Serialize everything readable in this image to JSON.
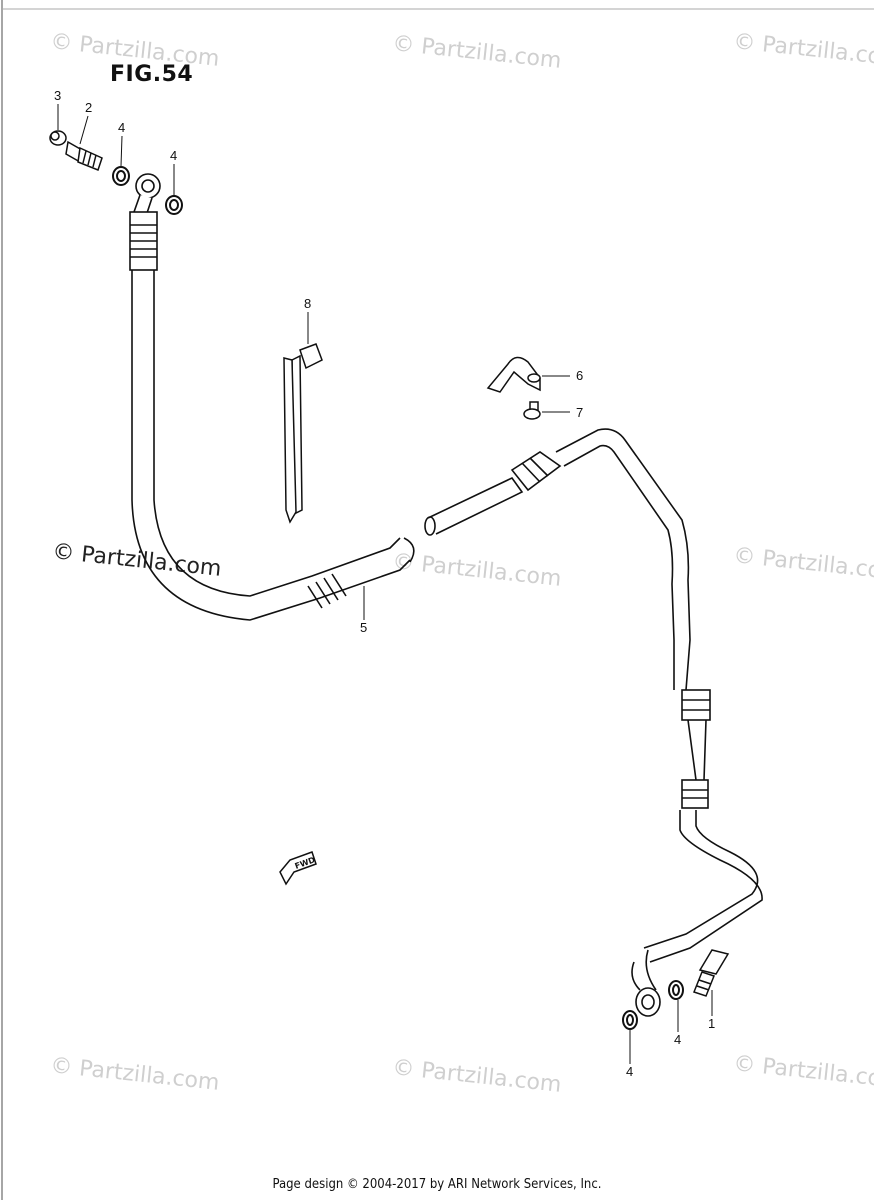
{
  "figure": {
    "title": "FIG.54"
  },
  "callouts": [
    {
      "id": "c3",
      "label": "3"
    },
    {
      "id": "c2",
      "label": "2"
    },
    {
      "id": "c4a",
      "label": "4"
    },
    {
      "id": "c4b",
      "label": "4"
    },
    {
      "id": "c8",
      "label": "8"
    },
    {
      "id": "c6",
      "label": "6"
    },
    {
      "id": "c7",
      "label": "7"
    },
    {
      "id": "c5",
      "label": "5"
    },
    {
      "id": "c1",
      "label": "1"
    },
    {
      "id": "c4c",
      "label": "4"
    },
    {
      "id": "c4d",
      "label": "4"
    }
  ],
  "fwd_arrow": {
    "label": "FWD"
  },
  "watermarks": [
    "© Partzilla.com",
    "© Partzilla.com",
    "© Partzilla.com",
    "© Partzilla.com",
    "© Partzilla.com",
    "© Partzilla.com",
    "© Partzilla.com",
    "© Partzilla.com",
    "© Partzilla.com"
  ],
  "footer": {
    "text": "Page design © 2004-2017 by ARI Network Services, Inc."
  }
}
